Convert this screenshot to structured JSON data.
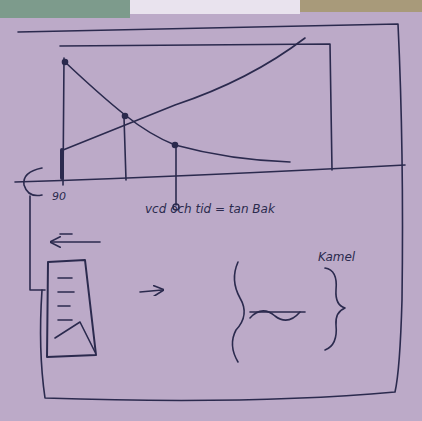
{
  "diagram": {
    "labels": [
      "90",
      "vcd och tid = tan Bak",
      "Kamel"
    ]
  }
}
